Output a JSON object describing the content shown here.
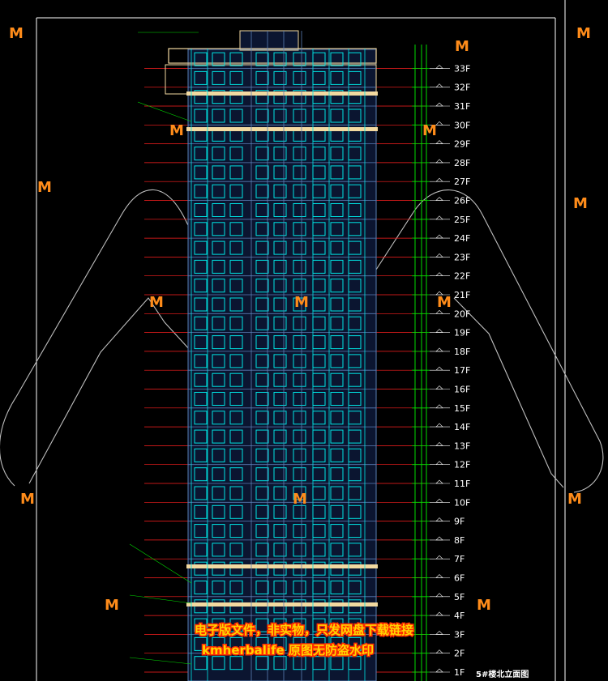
{
  "colors": {
    "background": "#000000",
    "frame": "#ffffff",
    "facade": "#5a7fb5",
    "window": "#00e5e5",
    "slab": "#f2d9a0",
    "level_line": "#ff2020",
    "dim_line": "#00dd00",
    "watermark_fill": "#ffd400",
    "watermark_stroke": "#ff2a00",
    "logo": "#ff8c1a"
  },
  "drawing": {
    "title": "5#楼北立面图",
    "floors": [
      "1F",
      "2F",
      "3F",
      "4F",
      "5F",
      "6F",
      "7F",
      "8F",
      "9F",
      "10F",
      "11F",
      "12F",
      "13F",
      "14F",
      "15F",
      "16F",
      "17F",
      "18F",
      "19F",
      "20F",
      "21F",
      "22F",
      "23F",
      "24F",
      "25F",
      "26F",
      "27F",
      "28F",
      "29F",
      "30F",
      "31F",
      "32F",
      "33F"
    ]
  },
  "watermark": {
    "line1": "电子版文件，非实物，只发网盘下载链接",
    "line2": "kmherbalife 原图无防盗水印",
    "logo_icon": "mountain-logo-icon",
    "logo_glyph": "M"
  }
}
